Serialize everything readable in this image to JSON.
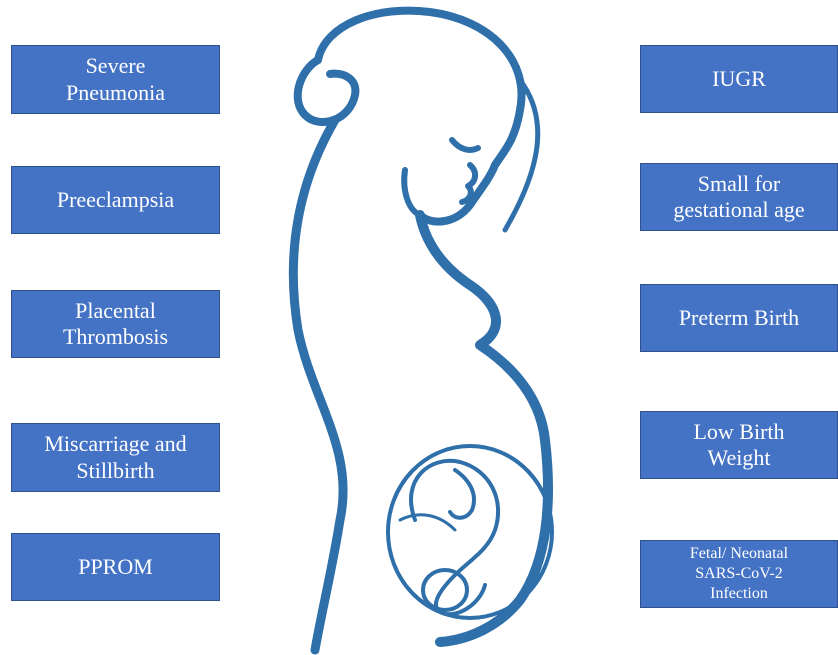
{
  "colors": {
    "box_fill": "#4472c4",
    "box_border": "#2f528f",
    "box_text": "#ffffff",
    "figure_stroke": "#2f6faa"
  },
  "figure": {
    "icon": "pregnant-woman-with-fetus-icon"
  },
  "left_complications": [
    "Severe\nPneumonia",
    "Preeclampsia",
    "Placental\nThrombosis",
    "Miscarriage and\nStillbirth",
    "PPROM"
  ],
  "right_complications": [
    "IUGR",
    "Small for\ngestational age",
    "Preterm Birth",
    "Low Birth\nWeight",
    "Fetal/ Neonatal\nSARS-CoV-2\nInfection"
  ]
}
